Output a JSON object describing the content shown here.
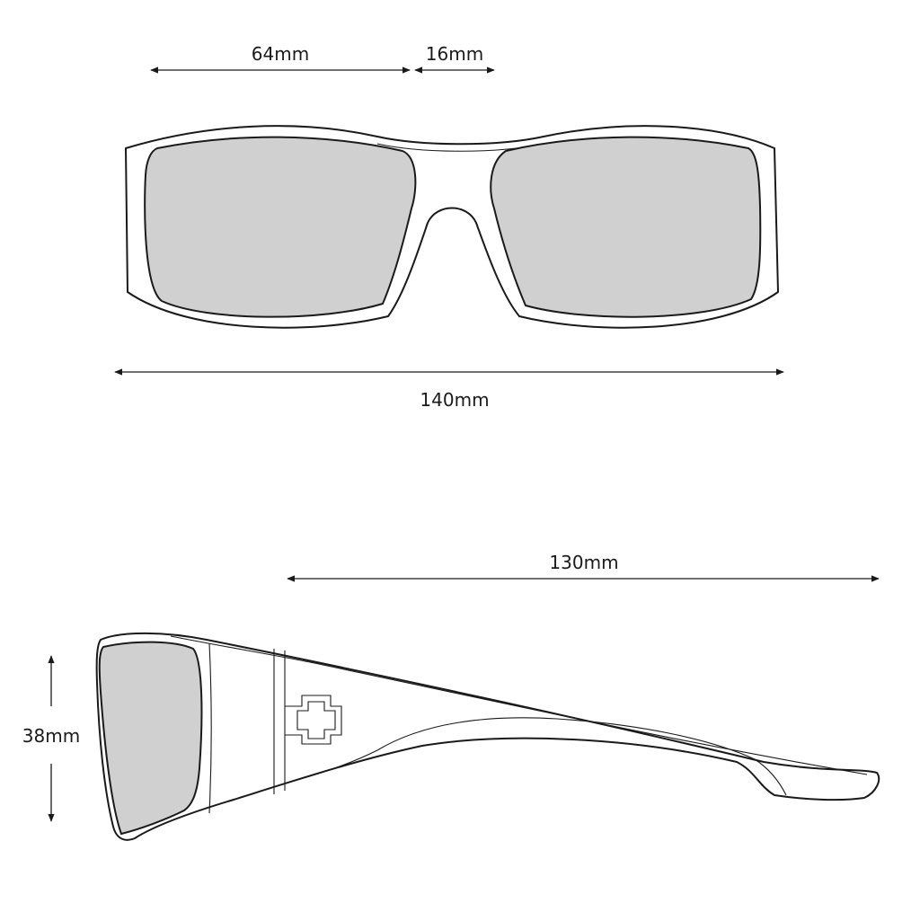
{
  "front_view": {
    "lens_width": "64mm",
    "bridge_width": "16mm",
    "frame_width": "140mm"
  },
  "side_view": {
    "temple_length": "130mm",
    "lens_height": "38mm"
  },
  "colors": {
    "stroke": "#1a1a1a",
    "lens": "#d0d0d0",
    "background": "#ffffff"
  },
  "icons": {
    "temple_logo": "cross-logo-icon"
  }
}
